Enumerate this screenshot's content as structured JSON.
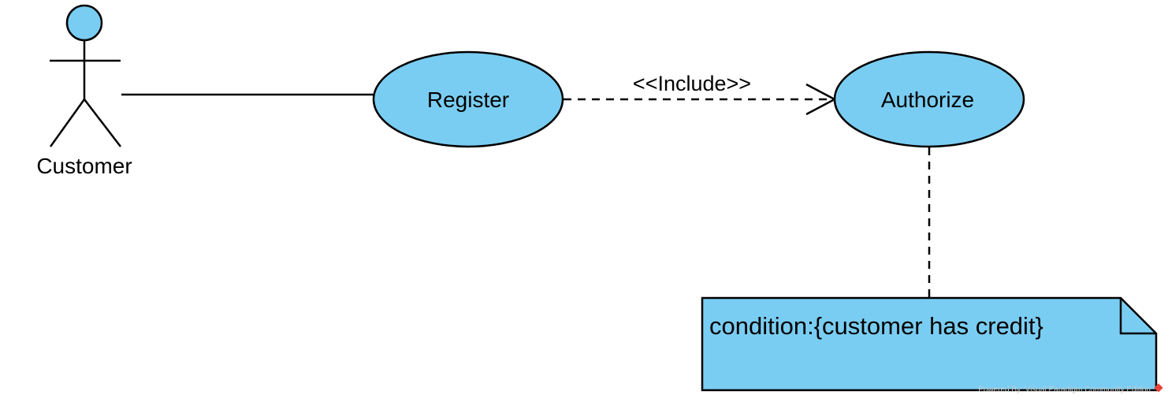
{
  "colors": {
    "fill": "#7acdf2",
    "stroke": "#000000",
    "background": "#ffffff",
    "watermark": "#c9c9c9",
    "watermark_logo": "#e8443a"
  },
  "actor": {
    "name": "Customer"
  },
  "use_cases": [
    {
      "label": "Register"
    },
    {
      "label": "Authorize"
    }
  ],
  "relationship": {
    "label": "<<Include>>",
    "from": "Register",
    "to": "Authorize"
  },
  "note": {
    "text": "condition:{customer has credit}"
  },
  "watermark": {
    "text": "Powered By::Visual Paradigm Community Edition"
  }
}
